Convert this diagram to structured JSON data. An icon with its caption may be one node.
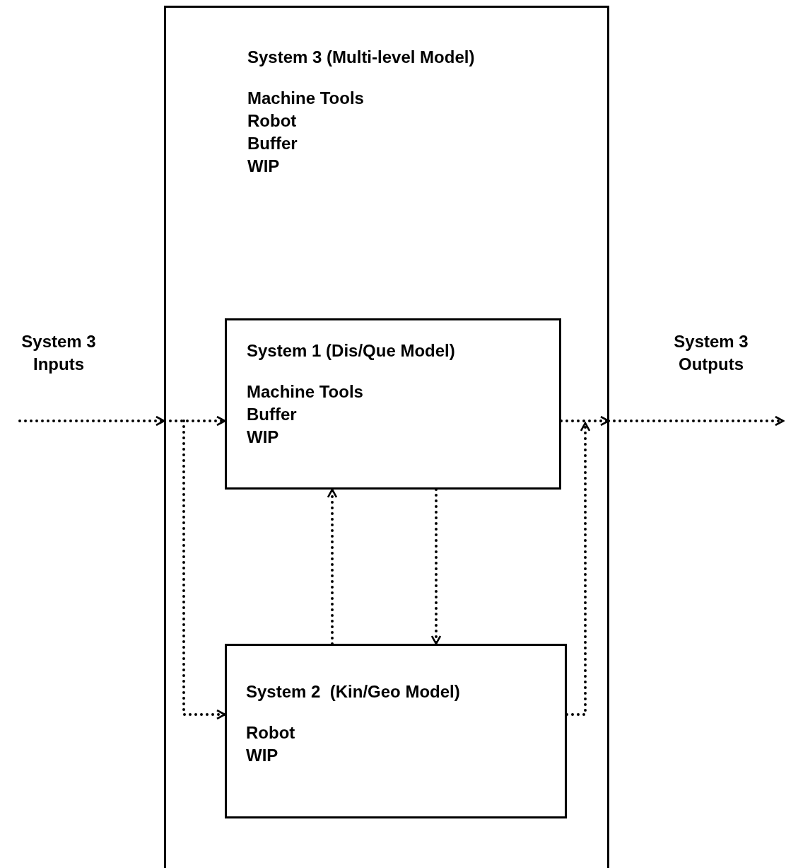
{
  "diagram": {
    "nodes": [
      {
        "text": [
          "System 3 Inputs"
        ]
      },
      {
        "text": [
          "System 3 (Multi-level Model)",
          "Machine Tools",
          "Robot",
          "Buffer",
          "WIP"
        ]
      },
      {
        "text": [
          "System 1 (Dis/Que Model)",
          "Machine Tools",
          "Buffer",
          "WIP"
        ],
        "in": 1
      },
      {
        "text": [
          "System 2  (Kin/Geo Model)",
          "Robot",
          "WIP"
        ],
        "in": 1
      },
      {
        "text": [
          "System 3 Outputs"
        ]
      }
    ],
    "edges": [
      {
        "from": 0,
        "to": 1,
        "arrow": "to",
        "style": "dashed"
      },
      {
        "from": 1,
        "to": 2,
        "arrow": "to",
        "style": "dashed"
      },
      {
        "from": 1,
        "to": 3,
        "arrow": "to",
        "style": "dashed"
      },
      {
        "from": 3,
        "to": 2,
        "arrow": "to",
        "style": "dashed"
      },
      {
        "from": 2,
        "to": 3,
        "arrow": "to",
        "style": "dashed"
      },
      {
        "from": 2,
        "to": 1,
        "arrow": "to",
        "style": "dashed"
      },
      {
        "from": 3,
        "to": 1,
        "arrow": "to",
        "style": "dashed"
      },
      {
        "from": 1,
        "to": 4,
        "arrow": "to",
        "style": "dashed"
      }
    ]
  }
}
